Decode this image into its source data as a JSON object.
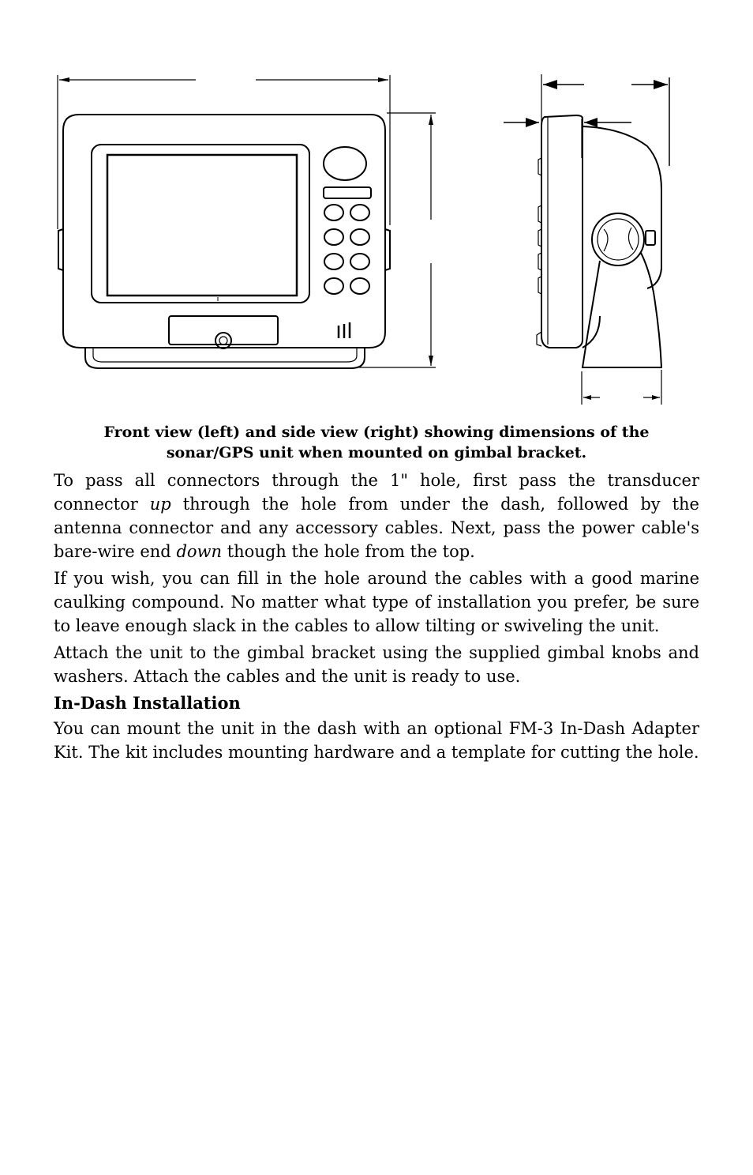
{
  "figure": {
    "caption_line1": "Front view (left) and side view (right) showing dimensions of the",
    "caption_line2": "sonar/GPS unit when mounted on gimbal bracket."
  },
  "paragraphs": {
    "p1": {
      "part1": "To pass all connectors through the 1\" hole, first pass the transducer connector ",
      "em1": "up",
      "part2": " through the hole from under the dash, followed by the antenna connector and any accessory cables. Next, pass the power cable's bare-wire end ",
      "em2": "down",
      "part3": " though the hole from the top."
    },
    "p2": "If you wish, you can fill in the hole around the cables with a good marine caulking compound. No matter what type of installation you prefer, be sure to leave enough slack in the cables to allow tilting or swiveling the unit.",
    "p3": "Attach the unit to the gimbal bracket using the supplied gimbal knobs and washers. Attach the cables and the unit is ready to use."
  },
  "section": {
    "heading": "In-Dash Installation",
    "text": "You can mount the unit in the dash with an optional FM-3 In-Dash Adapter Kit. The kit includes mounting hardware and a template for cutting the hole."
  }
}
